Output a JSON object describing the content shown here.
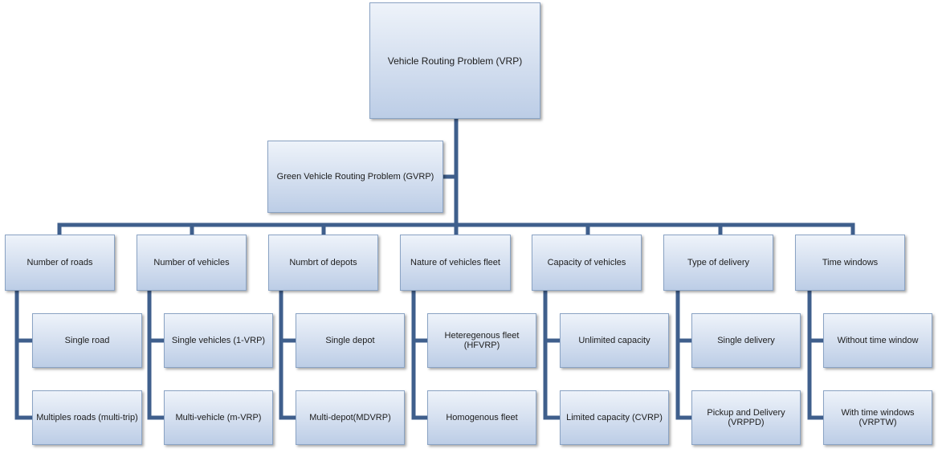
{
  "diagram": {
    "root": "Vehicle Routing Problem (VRP)",
    "gvrp": "Green Vehicle Routing Problem (GVRP)",
    "categories": [
      {
        "label": "Number of roads",
        "options": [
          "Single road",
          "Multiples roads (multi-trip)"
        ]
      },
      {
        "label": "Number of vehicles",
        "options": [
          "Single vehicles (1-VRP)",
          "Multi-vehicle (m-VRP)"
        ]
      },
      {
        "label": "Numbrt of depots",
        "options": [
          "Single depot",
          "Multi-depot(MDVRP)"
        ]
      },
      {
        "label": "Nature of vehicles fleet",
        "options": [
          "Heteregenous fleet (HFVRP)",
          "Homogenous fleet"
        ]
      },
      {
        "label": "Capacity of vehicles",
        "options": [
          "Unlimited capacity",
          "Limited capacity (CVRP)"
        ]
      },
      {
        "label": "Type of delivery",
        "options": [
          "Single delivery",
          "Pickup and Delivery (VRPPD)"
        ]
      },
      {
        "label": "Time windows",
        "options": [
          "Without time window",
          "With time windows (VRPTW)"
        ]
      }
    ]
  },
  "colors": {
    "connector": "#3f5f8c",
    "box_border": "#8aa3c4"
  }
}
